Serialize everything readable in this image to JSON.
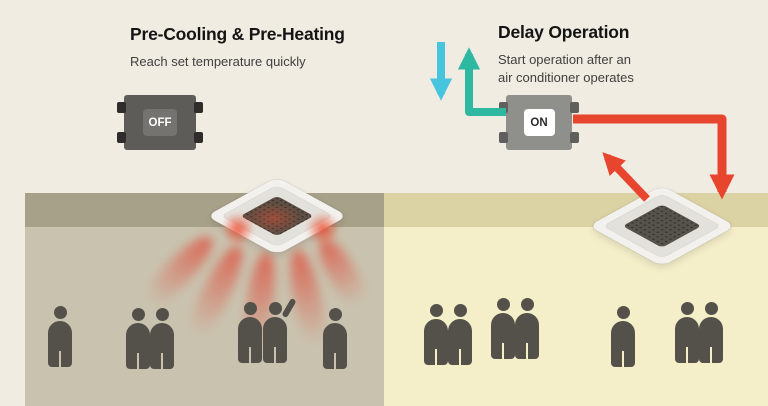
{
  "left_panel": {
    "title": "Pre-Cooling & Pre-Heating",
    "subtitle": "Reach set temperature quickly",
    "unit_label": "OFF",
    "unit_state": "off"
  },
  "right_panel": {
    "title": "Delay Operation",
    "subtitle_line1": "Start operation after an",
    "subtitle_line2": "air conditioner operates",
    "unit_label": "ON",
    "unit_state": "on"
  },
  "colors": {
    "background": "#f1ece2",
    "left_room_wall": "#c9c2ae",
    "left_room_ceiling": "#a8a189",
    "right_room_wall": "#f4eec9",
    "right_room_ceiling": "#dcd3a5",
    "heat_airflow": "#e2402c",
    "supply_arrow": "#e8452f",
    "exhaust_arrow": "#2eb8a1",
    "intake_arrow": "#47c5de",
    "unit_off": "#5e5c58",
    "unit_on": "#8f8f8c",
    "person": "#53514a"
  }
}
